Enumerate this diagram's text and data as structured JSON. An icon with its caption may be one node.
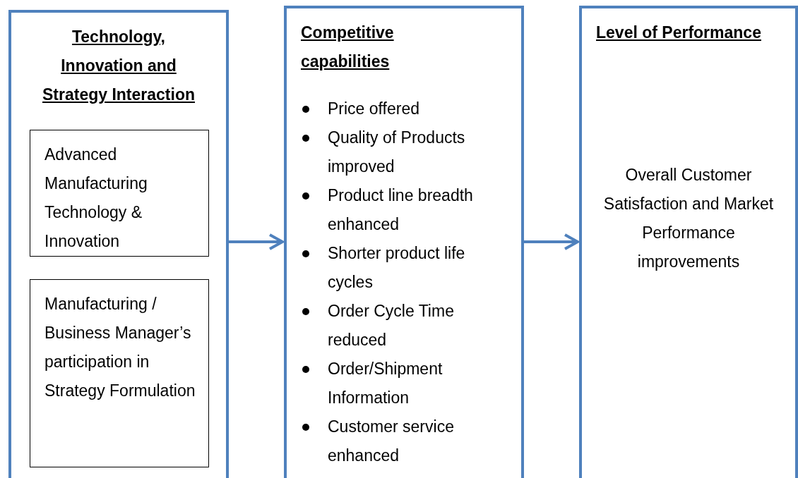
{
  "diagram": {
    "nodes": [
      {
        "text": [
          "Technology, Innovation and Strategy Interaction"
        ]
      },
      {
        "text": [
          "Advanced Manufacturing Technology & Innovation"
        ],
        "in": 0
      },
      {
        "text": [
          "Manufacturing / Business Manager’s participation in Strategy Formulation"
        ],
        "in": 0
      },
      {
        "text": [
          "Competitive capabilities",
          "Price offered",
          "Quality of Products improved",
          "Product line breadth enhanced",
          "Shorter product life cycles",
          "Order Cycle Time reduced",
          "Order/Shipment Information",
          "Customer service enhanced"
        ]
      },
      {
        "text": [
          "Level of Performance",
          "Overall Customer Satisfaction and Market Performance improvements"
        ]
      }
    ],
    "edges": [
      {
        "from": 0,
        "to": 3,
        "arrow": "to"
      },
      {
        "from": 3,
        "to": 4,
        "arrow": "to"
      }
    ]
  }
}
